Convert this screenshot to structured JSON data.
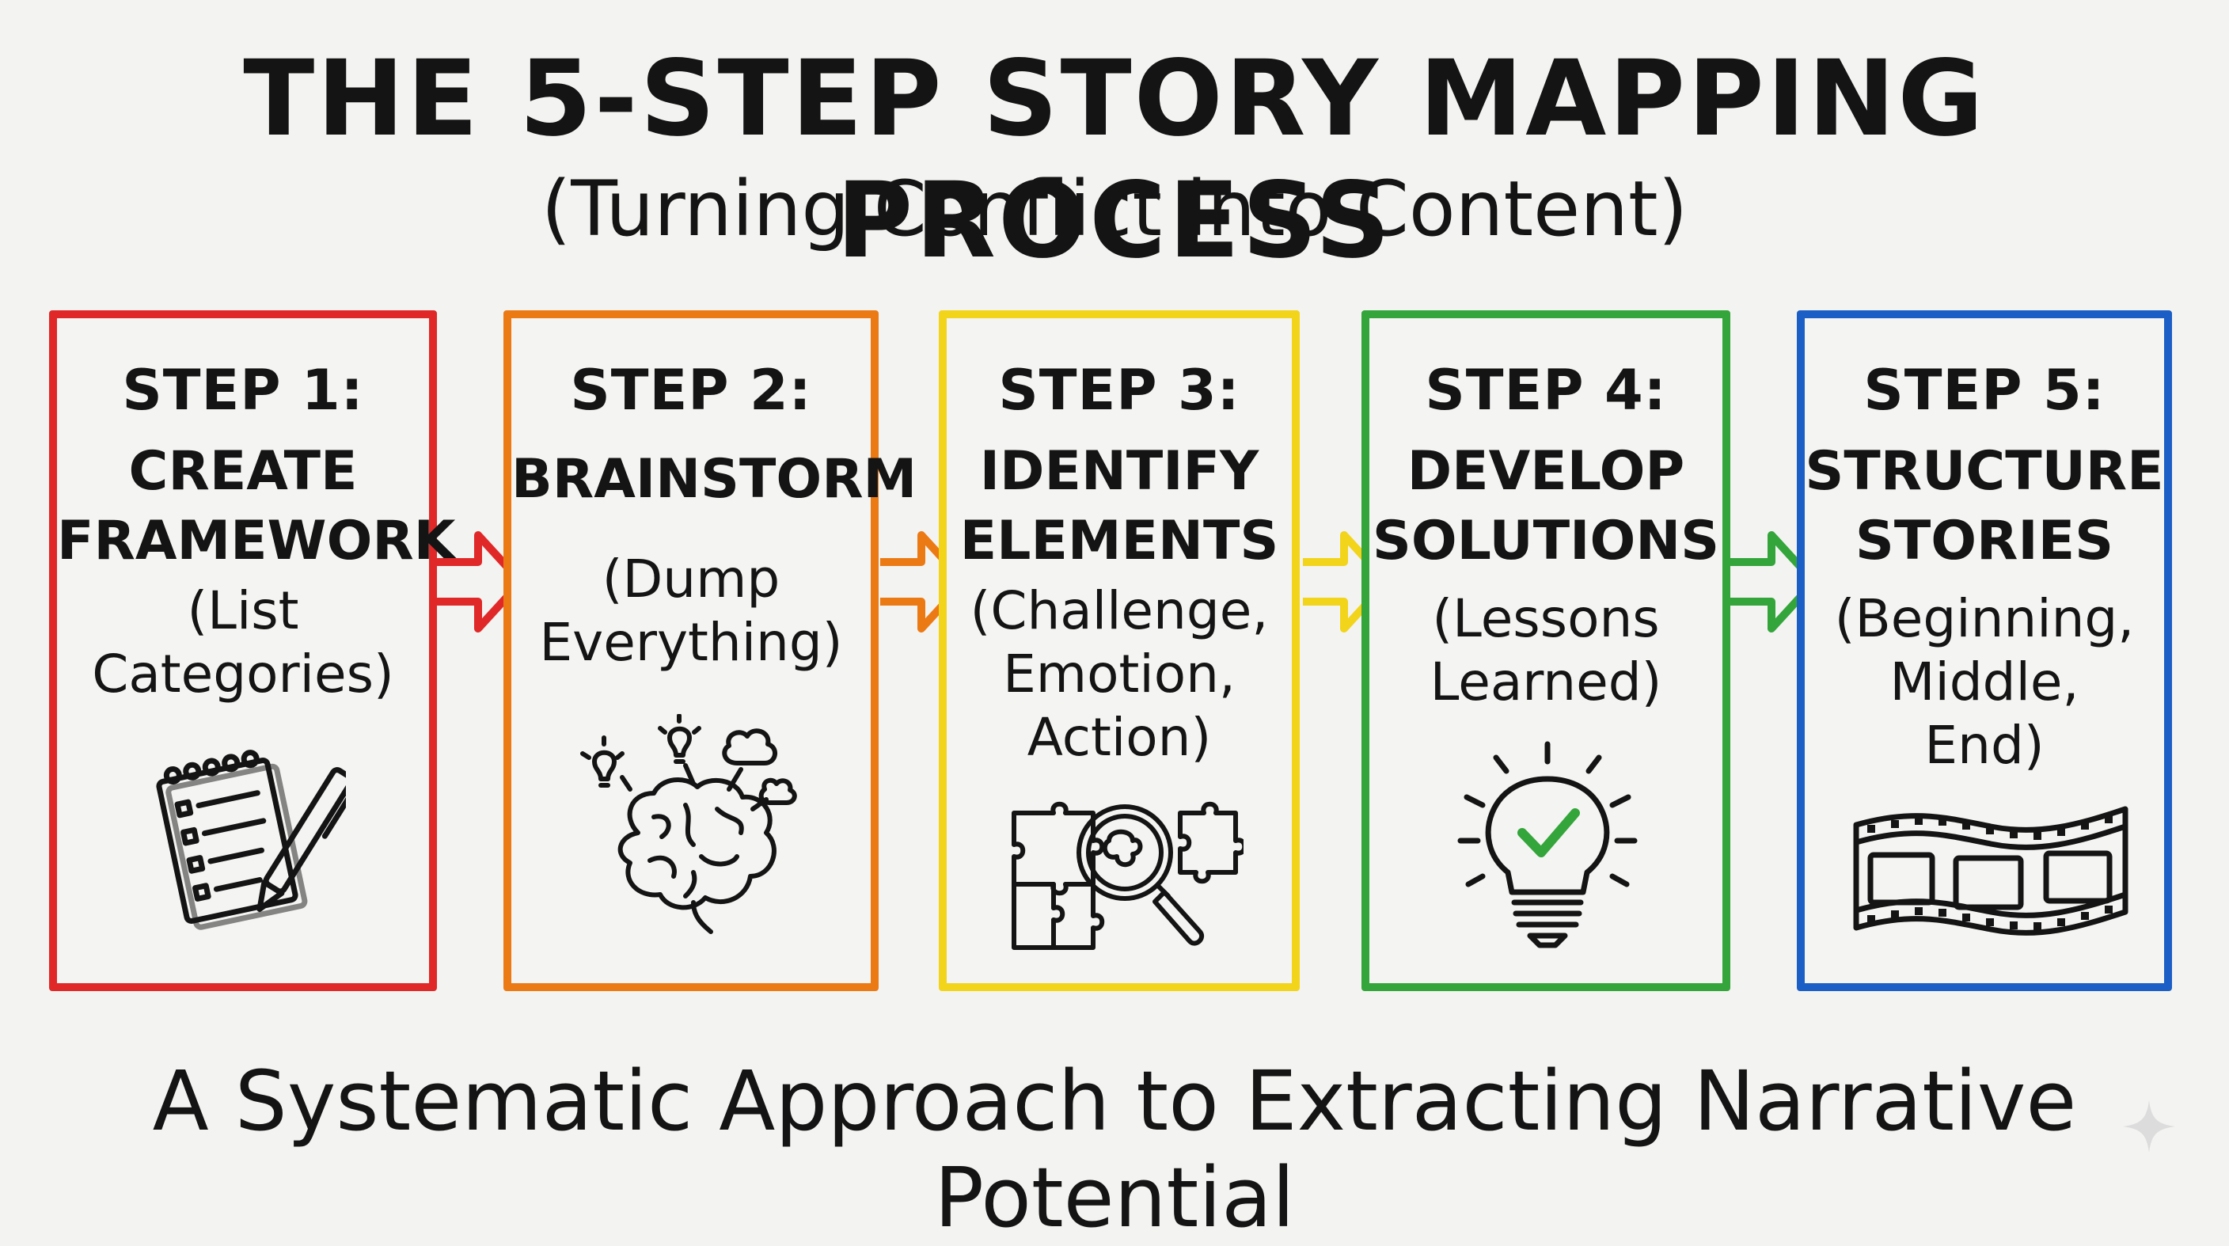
{
  "title": "THE 5-STEP STORY MAPPING PROCESS",
  "subtitle": "(Turning Conflict into Content)",
  "footer": "A Systematic Approach to Extracting Narrative Potential",
  "colors": {
    "step1": "#e02828",
    "step2": "#ec7a14",
    "step3": "#f2d41a",
    "step4": "#33a53a",
    "step5": "#1b5fc6"
  },
  "steps": [
    {
      "label": "STEP 1:",
      "name": [
        "CREATE",
        "FRAMEWORK"
      ],
      "desc": [
        "(List",
        "Categories)"
      ],
      "icon": "notepad-pen-icon"
    },
    {
      "label": "STEP 2:",
      "name": [
        "BRAINSTORM"
      ],
      "desc": [
        "(Dump",
        "Everything)"
      ],
      "icon": "brain-ideas-icon"
    },
    {
      "label": "STEP 3:",
      "name": [
        "IDENTIFY",
        "ELEMENTS"
      ],
      "desc": [
        "(Challenge,",
        "Emotion,",
        "Action)"
      ],
      "icon": "puzzle-magnifier-icon"
    },
    {
      "label": "STEP 4:",
      "name": [
        "DEVELOP",
        "SOLUTIONS"
      ],
      "desc": [
        "(Lessons",
        "Learned)"
      ],
      "icon": "lightbulb-check-icon"
    },
    {
      "label": "STEP 5:",
      "name": [
        "STRUCTURE",
        "STORIES"
      ],
      "desc": [
        "(Beginning,",
        "Middle,",
        "End)"
      ],
      "icon": "film-strip-icon"
    }
  ]
}
